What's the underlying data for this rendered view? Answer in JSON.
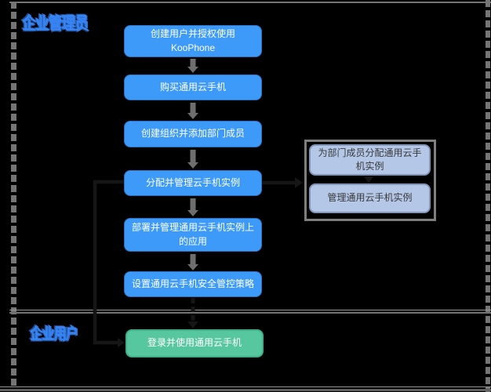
{
  "colors": {
    "background": "#000000",
    "step-blue": "#3E9AF9",
    "step-green": "#57C7A0",
    "step-green-border": "#3FAE89",
    "group-box-fill": "#B4C7E7",
    "group-box-border": "#8496B8",
    "group-border": "#7F7F7F",
    "arrow-gray": "#6E6E6E",
    "arrow-black": "#161616",
    "frame-gray": "#757575",
    "lane-label-blue": "#3784F5",
    "step-text": "#FFFFFF",
    "group-text": "#3A3A3A"
  },
  "lanes": {
    "admin": {
      "label": "企业管理员"
    },
    "user": {
      "label": "企业用户"
    }
  },
  "admin_flow": {
    "steps": [
      {
        "label": "创建用户并授权使用 KooPhone"
      },
      {
        "label": "购买通用云手机"
      },
      {
        "label": "创建组织并添加部门成员"
      },
      {
        "label": "分配并管理云手机实例"
      },
      {
        "label": "部署并管理通用云手机实例上的应用"
      },
      {
        "label": "设置通用云手机安全管控策略"
      }
    ]
  },
  "assign_group": {
    "steps": [
      {
        "label": "为部门成员分配通用云手机实例"
      },
      {
        "label": "管理通用云手机实例"
      }
    ]
  },
  "user_flow": {
    "steps": [
      {
        "label": "登录并使用通用云手机"
      }
    ]
  }
}
